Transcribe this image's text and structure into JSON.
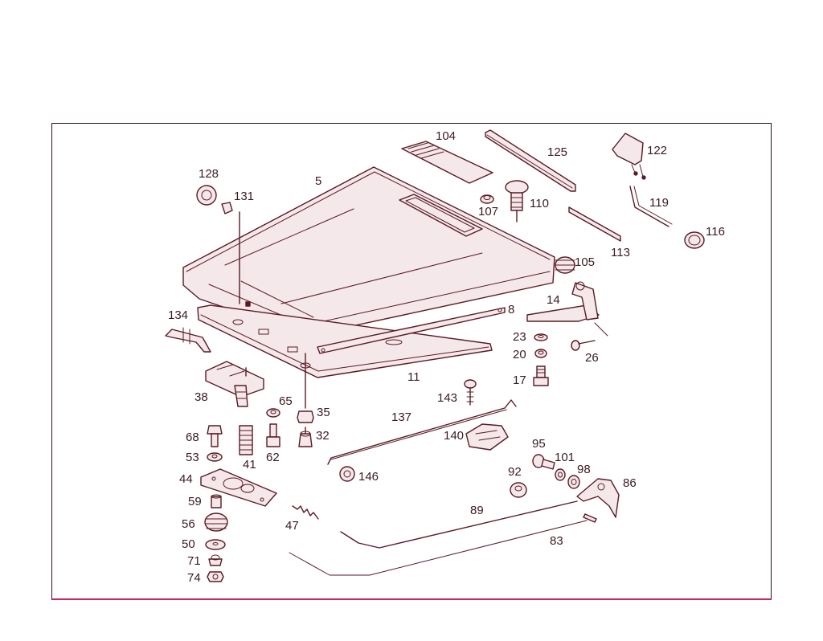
{
  "labels": {
    "p5": "5",
    "p104": "104",
    "p125": "125",
    "p122": "122",
    "p128": "128",
    "p131": "131",
    "p107": "107",
    "p110": "110",
    "p119": "119",
    "p116": "116",
    "p113": "113",
    "p105": "105",
    "p8": "8",
    "p14": "14",
    "p134": "134",
    "p23": "23",
    "p20": "20",
    "p26": "26",
    "p11": "11",
    "p17": "17",
    "p38": "38",
    "p65": "65",
    "p143": "143",
    "p35": "35",
    "p137": "137",
    "p32": "32",
    "p140": "140",
    "p68": "68",
    "p53": "53",
    "p41": "41",
    "p62": "62",
    "p95": "95",
    "p101": "101",
    "p98": "98",
    "p92": "92",
    "p146": "146",
    "p44": "44",
    "p86": "86",
    "p59": "59",
    "p89": "89",
    "p56": "56",
    "p47": "47",
    "p50": "50",
    "p83": "83",
    "p71": "71",
    "p74": "74"
  },
  "colors": {
    "line": "#5a1a24",
    "frame_bottom": "#c8285a",
    "text": "#3a1a20"
  }
}
